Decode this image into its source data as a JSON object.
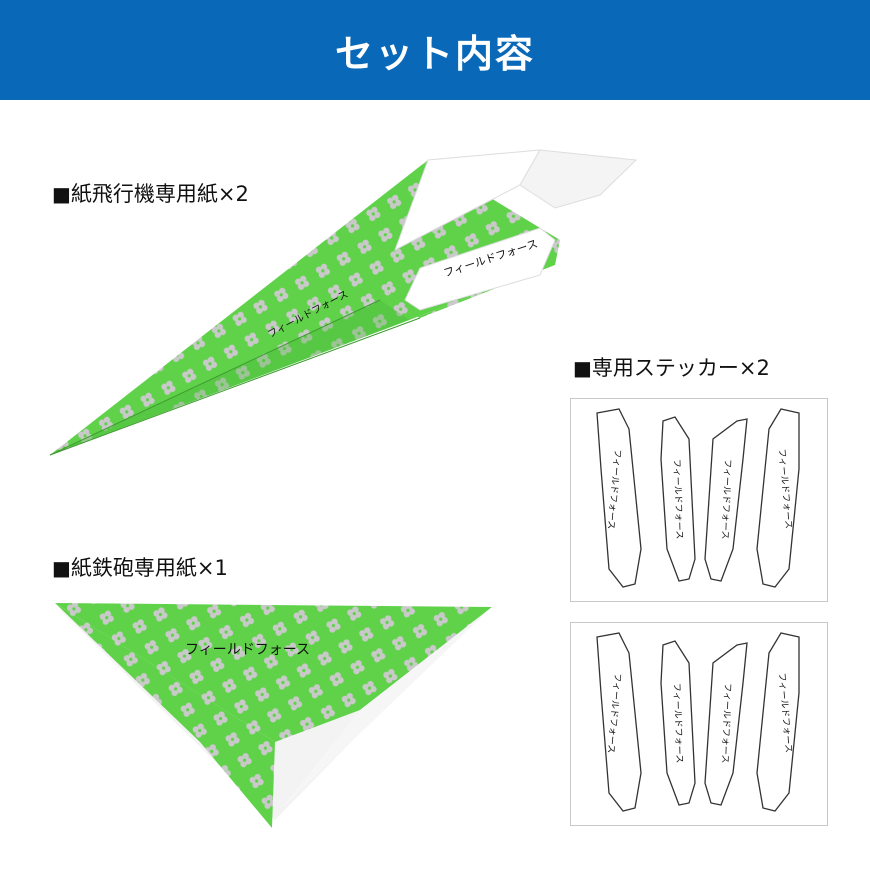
{
  "header": {
    "title": "セット内容",
    "bg_color": "#0a68b8"
  },
  "items": {
    "plane": {
      "marker": "■",
      "label": "紙飛行機専用紙×2"
    },
    "gun": {
      "marker": "■",
      "label": "紙鉄砲専用紙×1"
    },
    "sticker": {
      "marker": "■",
      "label": "専用ステッカー×2"
    }
  },
  "brand_text": "フィールドフォース",
  "colors": {
    "paper_green": "#5fd24a",
    "flower": "#c9c9c9",
    "sticker_outline": "#333333"
  },
  "icons": [
    "brand-logo-icon",
    "sakura-flower-pattern"
  ]
}
